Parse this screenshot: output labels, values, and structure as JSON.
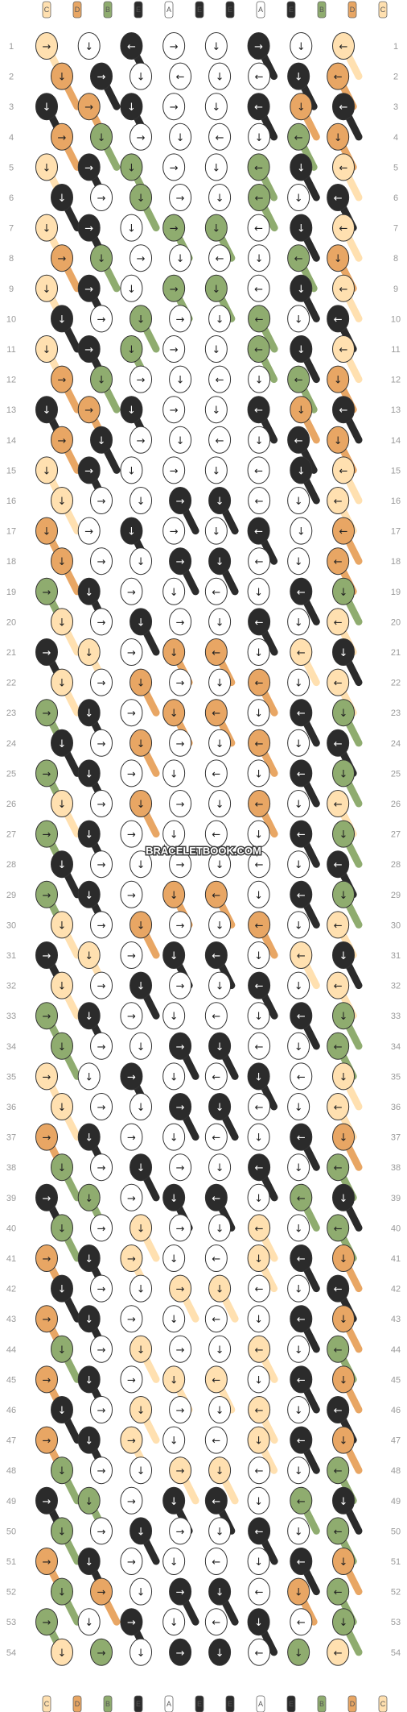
{
  "watermark": "BRACELETBOOK.COM",
  "strands": [
    "C",
    "D",
    "B",
    "E",
    "A",
    "E",
    "E",
    "A",
    "E",
    "B",
    "D",
    "C"
  ],
  "colors": {
    "A": "#ffffff",
    "B": "#8fac6f",
    "C": "#ffe0b0",
    "D": "#e8a664",
    "E": "#2b2b2b"
  },
  "row_count": 54,
  "row_numbers": [
    "1",
    "2",
    "3",
    "4",
    "5",
    "6",
    "7",
    "8",
    "9",
    "10",
    "11",
    "12",
    "13",
    "14",
    "15",
    "16",
    "17",
    "18",
    "19",
    "20",
    "21",
    "22",
    "23",
    "24",
    "25",
    "26",
    "27",
    "28",
    "29",
    "30",
    "31",
    "32",
    "33",
    "34",
    "35",
    "36",
    "37",
    "38",
    "39",
    "40",
    "41",
    "42",
    "43",
    "44",
    "45",
    "46",
    "47",
    "48",
    "49",
    "50",
    "51",
    "52",
    "53",
    "54"
  ],
  "knot_rows": [
    "CWEWWEWC",
    "DEWWWWED",
    "EDEWWEDE",
    "DBWWWWBD",
    "CEBWWBEC",
    "EWBWWBWE",
    "CEWBBWEC",
    "DBWWWWBD",
    "CEWBBWEC",
    "EWBWWBWE",
    "CEBWWBEC",
    "DBWWWWBD",
    "EDEWWEDE",
    "DEWWWWED",
    "CEWWWWEC",
    "CWWEEWWC",
    "DWEWWEWD",
    "DWWEEWWD",
    "BEWWWWEB",
    "CWEWWEWC",
    "ECWDDWCE",
    "CWDWWDWC",
    "BEWDDWEB",
    "EWDWWDWE",
    "BEWWWWEB",
    "CWDWWDWC",
    "BEWWWWEB",
    "EWWWWWWE",
    "BEWDDWEB",
    "CWDWWDWC",
    "ECWEEWCE",
    "CWEWWEWC",
    "BEWWWWEB",
    "BWWEEWWB",
    "CWEWWEWC",
    "CWWEEWWC",
    "DEWWWWED",
    "BWEWWEWB",
    "EBWEEWBE",
    "BWCWWCWB",
    "DECWWCED",
    "EWWCCWWE",
    "DEWWWWED",
    "BWCWWCWB",
    "DEWCCWED",
    "EWCWWCWE",
    "DECWWCED",
    "BWWCCWWB",
    "EBWEEWBE",
    "BWEWWEWB",
    "DEWWWWED",
    "BDWEEWDB",
    "BWEWWEWB",
    "CBWEEWBC"
  ],
  "arrow_rows": [
    "→↓←→↓→↓←",
    "↓→↓←↓←↓←",
    "↓→↓→↓←↓←",
    "→↓→↓←↓←↓",
    "↓→↓→↓←↓←",
    "↓→↓→↓←↓←",
    "↓→↓→↓←↓←",
    "→↓→↓←↓←↓",
    "↓→↓→↓←↓←",
    "↓→↓→↓←↓←",
    "↓→↓→↓←↓←",
    "→↓→↓←↓←↓",
    "↓→↓→↓←↓←",
    "→↓→↓←↓←↓",
    "↓→↓→↓←↓←",
    "↓→↓→↓←↓←",
    "↓→↓→↓←↓←",
    "↓→↓→↓←↓←",
    "→↓→↓←↓←↓",
    "↓→↓→↓←↓←",
    "→↓→↓←↓←↓",
    "↓→↓→↓←↓←",
    "→↓→↓←↓←↓",
    "↓→↓→↓←↓←",
    "→↓→↓←↓←↓",
    "↓→↓→↓←↓←",
    "→↓→↓←↓←↓",
    "↓→↓→↓←↓←",
    "→↓→↓←↓←↓",
    "↓→↓→↓←↓←",
    "→↓→↓←↓←↓",
    "↓→↓→↓←↓←",
    "→↓→↓←↓←↓",
    "↓→↓→↓←↓←",
    "→↓→↓←↓←↓",
    "↓→↓→↓←↓←",
    "→↓→↓←↓←↓",
    "↓→↓→↓←↓←",
    "→↓→↓←↓←↓",
    "↓→↓→↓←↓←",
    "→↓→↓←↓←↓",
    "↓→↓→↓←↓←",
    "→↓→↓←↓←↓",
    "↓→↓→↓←↓←",
    "→↓→↓←↓←↓",
    "↓→↓→↓←↓←",
    "→↓→↓←↓←↓",
    "↓→↓→↓←↓←",
    "→↓→↓←↓←↓",
    "↓→↓→↓←↓←",
    "→↓→↓←↓←↓",
    "↓→↓→↓←↓←",
    "→↓→↓←↓←↓",
    "↓→↓→↓←↓←"
  ]
}
